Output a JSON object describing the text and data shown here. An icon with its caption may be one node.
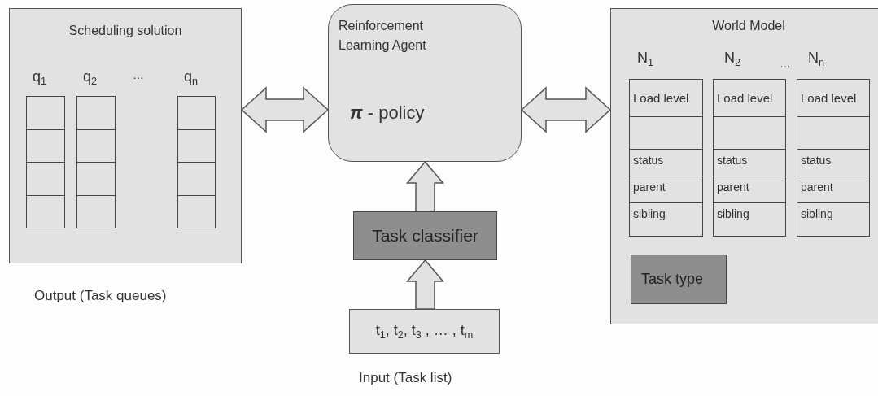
{
  "diagram": {
    "nodes": [
      {
        "text": [
          "Scheduling solution"
        ],
        "beside": [
          "Output (Task queues)"
        ]
      },
      {
        "text": [
          "q$_{1}$"
        ],
        "in": 0
      },
      {
        "text": [
          "q$_{2}$"
        ],
        "in": 0
      },
      {
        "text": [
          "q$_{n}$"
        ],
        "in": 0
      },
      {
        "text": [
          "Reinforcement Learning Agent",
          "**π** - policy"
        ]
      },
      {
        "text": [
          "Task classifier"
        ]
      },
      {
        "text": [
          "t$_{1}$, t$_{2}$, t$_{3}$ , … , t$_{m}$"
        ],
        "beside": [
          "Input (Task list)"
        ]
      },
      {
        "text": [
          "World Model"
        ]
      },
      {
        "text": [
          "N$_{1}$",
          "Load level",
          "status",
          "parent",
          "sibling"
        ],
        "in": 7
      },
      {
        "text": [
          "N$_{2}$",
          "Load level",
          "status",
          "parent",
          "sibling"
        ],
        "in": 7
      },
      {
        "text": [
          "N$_{n}$",
          "Load level",
          "status",
          "parent",
          "sibling"
        ],
        "in": 7
      },
      {
        "text": [
          "Task type"
        ],
        "in": 7
      }
    ],
    "edges": [
      {
        "from": 0,
        "to": 4,
        "arrow": "both"
      },
      {
        "from": 4,
        "to": 7,
        "arrow": "both"
      },
      {
        "from": 5,
        "to": 4,
        "arrow": "to"
      },
      {
        "from": 6,
        "to": 5,
        "arrow": "to"
      }
    ],
    "labels": [
      "…",
      "…"
    ]
  }
}
